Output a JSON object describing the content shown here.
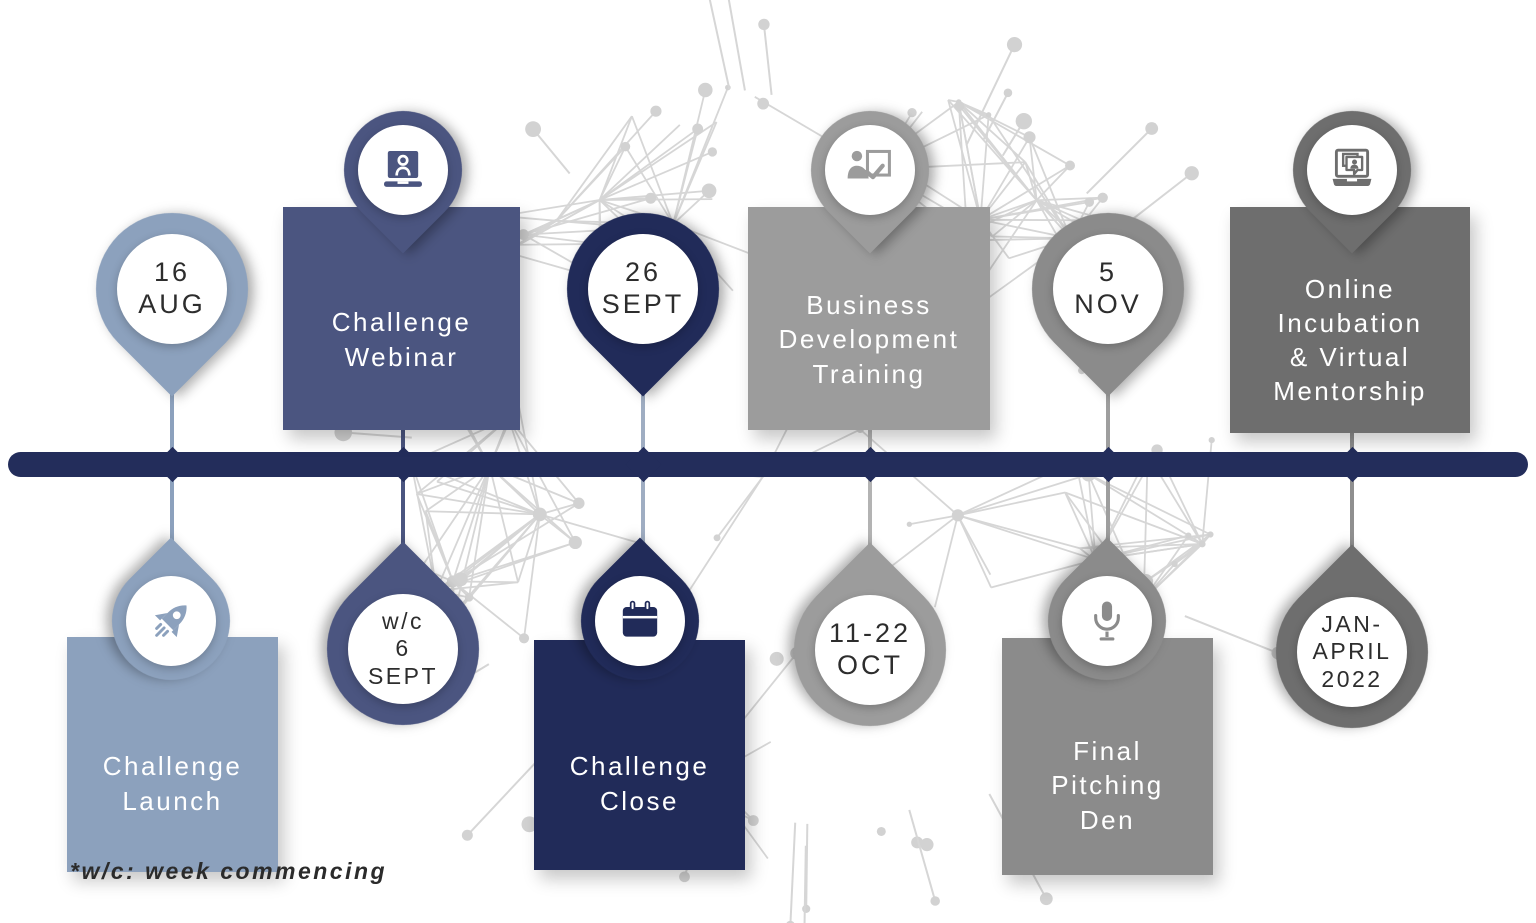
{
  "footnote": "*w/c: week commencing",
  "colors": {
    "light_blue": "#8ca1bd",
    "slate_blue": "#4b5580",
    "navy": "#212b59",
    "gray_light": "#9c9c9c",
    "gray_medium": "#8b8b8b",
    "gray_dark": "#6e6e6e",
    "timeline_bar": "#232d5b",
    "network_background": "#d6d6d6",
    "text_dark": "#2d2d2d",
    "text_light": "#ffffff"
  },
  "milestones": {
    "top": [
      {
        "kind": "date",
        "lines": [
          "16",
          "AUG"
        ],
        "color": "#8ca1bd"
      },
      {
        "kind": "event",
        "icon": "webinar-icon",
        "lines": [
          "Challenge",
          "Webinar"
        ],
        "color": "#4b5580"
      },
      {
        "kind": "date",
        "lines": [
          "26",
          "SEPT"
        ],
        "color": "#212b59"
      },
      {
        "kind": "event",
        "icon": "presenter-icon",
        "lines": [
          "Business",
          "Development",
          "Training"
        ],
        "color": "#9c9c9c"
      },
      {
        "kind": "date",
        "lines": [
          "5",
          "NOV"
        ],
        "color": "#8b8b8b"
      },
      {
        "kind": "event",
        "icon": "mentorship-icon",
        "lines": [
          "Online",
          "Incubation",
          "& Virtual",
          "Mentorship"
        ],
        "color": "#6e6e6e"
      }
    ],
    "bottom": [
      {
        "kind": "event",
        "icon": "rocket-icon",
        "lines": [
          "Challenge",
          "Launch"
        ],
        "color": "#8ca1bd"
      },
      {
        "kind": "date",
        "lines": [
          "w/c",
          "6",
          "SEPT"
        ],
        "color": "#4b5580"
      },
      {
        "kind": "event",
        "icon": "calendar-icon",
        "lines": [
          "Challenge",
          "Close"
        ],
        "color": "#212b59"
      },
      {
        "kind": "date",
        "lines": [
          "11-22",
          "OCT"
        ],
        "color": "#9c9c9c"
      },
      {
        "kind": "event",
        "icon": "microphone-icon",
        "lines": [
          "Final",
          "Pitching",
          "Den"
        ],
        "color": "#8b8b8b"
      },
      {
        "kind": "date",
        "lines": [
          "JAN-",
          "APRIL",
          "2022"
        ],
        "color": "#6e6e6e"
      }
    ]
  }
}
